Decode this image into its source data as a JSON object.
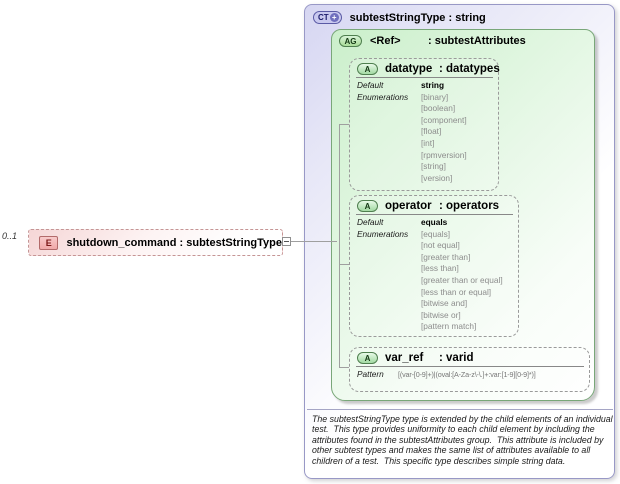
{
  "element": {
    "occurrence": "0..1",
    "icon": "E",
    "label": "shutdown_command : subtestStringType"
  },
  "complex_type": {
    "icon": "CT",
    "plus": "+",
    "title": "subtestStringType : string"
  },
  "attribute_group": {
    "icon": "AG",
    "ref": "<Ref>",
    "type": ": subtestAttributes"
  },
  "attributes": {
    "datatype": {
      "icon": "A",
      "name": "datatype",
      "type": ": datatypes",
      "default_label": "Default",
      "default_value": "string",
      "enum_label": "Enumerations",
      "enumerations": [
        "[binary]",
        "[boolean]",
        "[component]",
        "[float]",
        "[int]",
        "[rpmversion]",
        "[string]",
        "[version]"
      ]
    },
    "operator": {
      "icon": "A",
      "name": "operator",
      "type": ": operators",
      "default_label": "Default",
      "default_value": "equals",
      "enum_label": "Enumerations",
      "enumerations": [
        "[equals]",
        "[not equal]",
        "[greater than]",
        "[less than]",
        "[greater than or equal]",
        "[less than or equal]",
        "[bitwise and]",
        "[bitwise or]",
        "[pattern match]"
      ]
    },
    "var_ref": {
      "icon": "A",
      "name": "var_ref",
      "type": ": varid",
      "pattern_label": "Pattern",
      "pattern_value": "[(var-[0-9]+)|(oval:[A-Za-z\\-\\.]+:var:[1-9][0-9]*)]"
    }
  },
  "annotation": "The subtestStringType type is extended by the child elements of an individual test.  This type provides uniformity to each child element by including the attributes found in the subtestAttributes group.  This attribute is included by other subtest types and makes the same list of attributes available to all children of a test.  This specific type describes simple string data."
}
